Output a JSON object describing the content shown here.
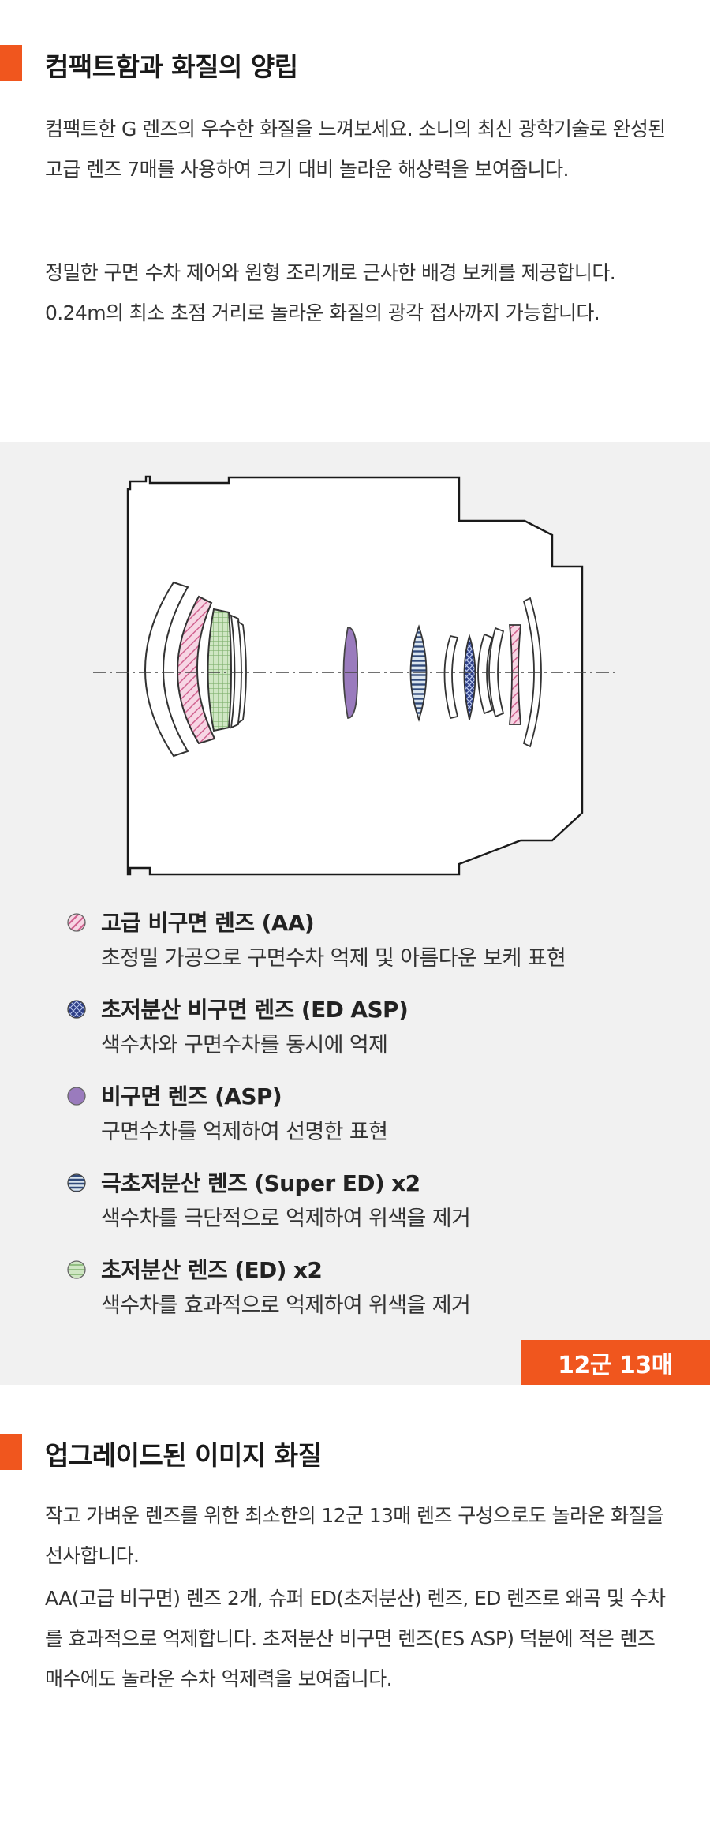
{
  "section1": {
    "heading": "컴팩트함과 화질의 양립",
    "paragraphs": [
      "컴팩트한 G 렌즈의 우수한 화질을 느껴보세요. 소니의 최신 광학기술로 완성된 고급 렌즈 7매를 사용하여 크기 대비 놀라운 해상력을 보여줍니다.",
      "정밀한 구면 수차 제어와 원형 조리개로 근사한 배경 보케를 제공합니다. 0.24m의 최소 초점 거리로 놀라운 화질의 광각 접사까지 가능합니다."
    ]
  },
  "diagram": {
    "legend": [
      {
        "title": "고급 비구면 렌즈 (AA)",
        "desc": "초정밀 가공으로 구면수차 억제 및 아름다운 보케 표현",
        "icon": "pink-hatched-circle-icon",
        "color": "#e9a3c0"
      },
      {
        "title": "초저분산 비구면 렌즈 (ED ASP)",
        "desc": "색수차와 구면수차를 동시에 억제",
        "icon": "navy-crosshatch-circle-icon",
        "color": "#2d3e86"
      },
      {
        "title": "비구면 렌즈 (ASP)",
        "desc": "구면수차를 억제하여 선명한 표현",
        "icon": "purple-circle-icon",
        "color": "#9a7bbd"
      },
      {
        "title": "극초저분산 렌즈 (Super ED) x2",
        "desc": "색수차를 극단적으로 억제하여 위색을 제거",
        "icon": "navy-striped-circle-icon",
        "color": "#304a7a"
      },
      {
        "title": "초저분산 렌즈 (ED) x2",
        "desc": "색수차를 효과적으로 억제하여 위색을 제거",
        "icon": "green-grid-circle-icon",
        "color": "#b7d7a8"
      }
    ],
    "badge": "12군 13매"
  },
  "section3": {
    "heading": "업그레이드된 이미지 화질",
    "paragraphs": [
      "작고 가벼운 렌즈를 위한 최소한의 12군 13매 렌즈 구성으로도 놀라운 화질을 선사합니다.",
      "AA(고급 비구면) 렌즈 2개, 슈퍼 ED(초저분산) 렌즈, ED 렌즈로 왜곡 및 수차를 효과적으로 억제합니다. 초저분산 비구면 렌즈(ES ASP) 덕분에 적은 렌즈 매수에도 놀라운 수차 억제력을 보여줍니다."
    ]
  }
}
